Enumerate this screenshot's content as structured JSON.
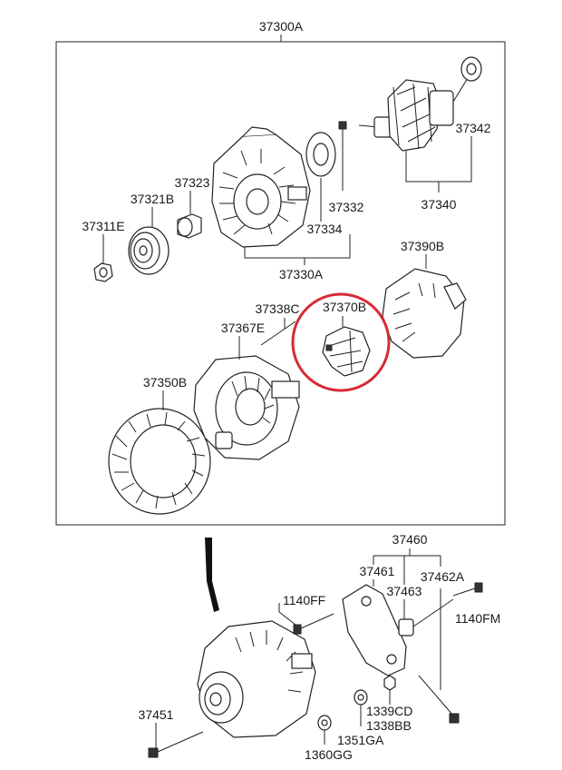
{
  "labels": {
    "assembly": "37300A",
    "rotor_bearing": "37342",
    "front_bolt": "37332",
    "rotor": "37340",
    "spacer": "37323",
    "pulley": "37321B",
    "nut": "37311E",
    "bearing": "37334",
    "front_bracket": "37330A",
    "rear_cover": "37390B",
    "brush_holder": "37370B",
    "through_bolt": "37338C",
    "rear_bracket": "37367E",
    "stator": "37350B",
    "mount_bracket_assy": "37460",
    "bracket": "37461",
    "bracket_plate": "37462A",
    "bushing": "37463",
    "bolt_upper": "1140FF",
    "bolt_right": "1140FM",
    "nut_small": "1339CD",
    "washer_a": "1338BB",
    "washer_b": "1351GA",
    "washer_c": "1360GG",
    "lower_bolt": "37451"
  },
  "colors": {
    "highlight": "#d62a35",
    "line": "#222222"
  }
}
